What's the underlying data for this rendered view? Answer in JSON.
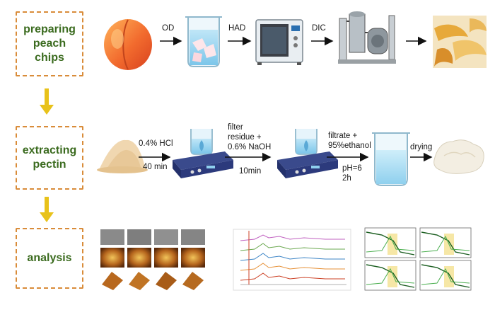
{
  "steps": [
    {
      "label": "preparing\npeach\nchips"
    },
    {
      "label": "extracting\npectin"
    },
    {
      "label": "analysis"
    }
  ],
  "row1": {
    "od": "OD",
    "had": "HAD",
    "dic": "DIC"
  },
  "row2": {
    "hcl": "0.4% HCl",
    "hcl_time": "40 min",
    "filter": "filter\nresidue +\n0.6% NaOH",
    "naoh_time": "10min",
    "filtrate": "filtrate +\n95%ethanol",
    "ph": "pH=6\n2h",
    "drying": "drying"
  },
  "colors": {
    "step_border": "#d98c3a",
    "step_text": "#3b6b1f",
    "down_arrow": "#e8c21a"
  }
}
